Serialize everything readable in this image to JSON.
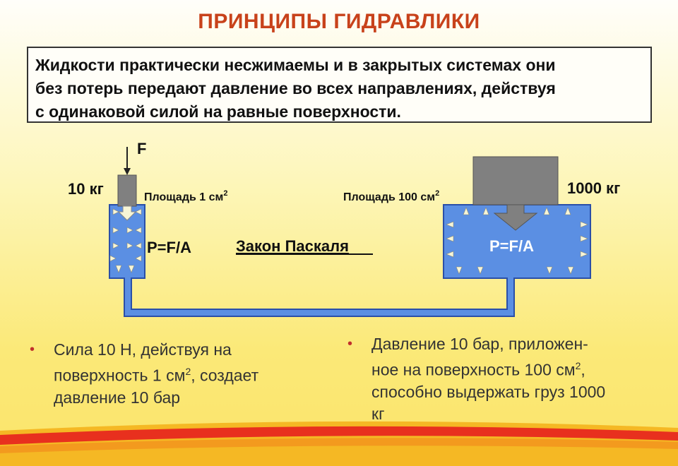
{
  "title": "ПРИНЦИПЫ ГИДРАВЛИКИ",
  "law_text": [
    "Жидкости практически несжимаемы и в закрытых системах они",
    "без потерь передают давление во всех направлениях,  действуя",
    "с одинаковой силой на равные поверхности."
  ],
  "diagram": {
    "force_label": "F",
    "small_weight_label": "10 кг",
    "small_area_label": "Площадь 1 см",
    "small_area_sup": "2",
    "large_area_label": "Площадь 100 см",
    "large_area_sup": "2",
    "large_weight_label": "1000 кг",
    "formula_small": "P=F/A",
    "formula_large": "P=F/A",
    "law_name": "Закон Паскаля",
    "colors": {
      "fluid": "#5b8fe3",
      "fluid_border": "#2a4fa8",
      "piston": "#808080",
      "arrow": "#f7f5d6"
    }
  },
  "bullets": {
    "left": {
      "line1": "Сила 10 Н, действуя на",
      "line2_pre": "поверхность 1 см",
      "line2_sup": "2",
      "line2_post": ", создает",
      "line3": "давление 10 бар"
    },
    "right": {
      "line1": "Давление 10 бар, приложен-",
      "line2_pre": "ное на  поверхность 100 см",
      "line2_sup": "2",
      "line2_post": ",",
      "line3": "способно выдержать груз 1000",
      "line4": "кг"
    },
    "marker": "•"
  }
}
